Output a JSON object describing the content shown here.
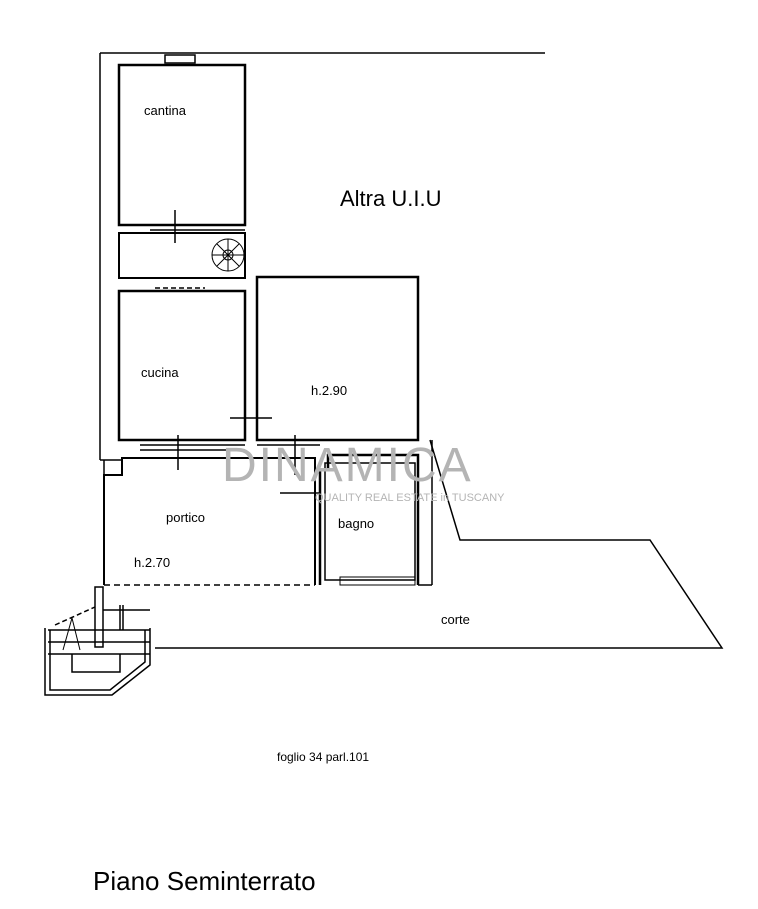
{
  "plan": {
    "rooms": {
      "cantina": "cantina",
      "cucina": "cucina",
      "portico": "portico",
      "bagno": "bagno",
      "corte": "corte"
    },
    "neighbor": "Altra U.I.U",
    "heights": {
      "upper_room": "h.2.90",
      "portico": "h.2.70"
    },
    "cadastral_ref": "foglio 34 parl.101",
    "floor_title": "Piano Seminterrato"
  },
  "watermark": {
    "brand": "DINAMICA",
    "tagline": "QUALITY REAL ESTATE in TUSCANY"
  },
  "colors": {
    "line": "#000000",
    "watermark": "#bbbbbb"
  }
}
